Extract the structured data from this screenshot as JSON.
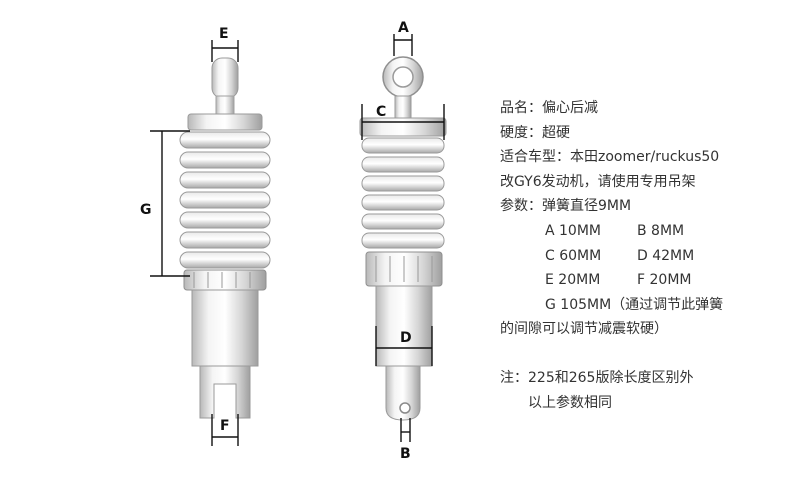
{
  "dim_labels": {
    "a": "A",
    "b": "B",
    "c": "C",
    "d": "D",
    "e": "E",
    "f": "F",
    "g": "G"
  },
  "spec": {
    "name": "品名：偏心后减",
    "hardness": "硬度：超硬",
    "fit_line1": "适合车型：本田zoomer/ruckus50",
    "fit_line2": "改GY6发动机，请使用专用吊架",
    "params": "参数：弹簧直径9MM",
    "rows": [
      [
        "A 10MM",
        "B 8MM"
      ],
      [
        "C 60MM",
        "D 42MM"
      ],
      [
        "E 20MM",
        "F 20MM"
      ]
    ],
    "g_line": "G 105MM（通过调节此弹簧",
    "g_line2": "的间隙可以调节减震软硬）",
    "note_line1": "注：225和265版除长度区别外",
    "note_line2": "以上参数相同"
  },
  "colors": {
    "metal_light": "#f2f2f2",
    "metal_mid": "#c9c9c9",
    "metal_dark": "#9a9a9a",
    "line": "#111111"
  }
}
